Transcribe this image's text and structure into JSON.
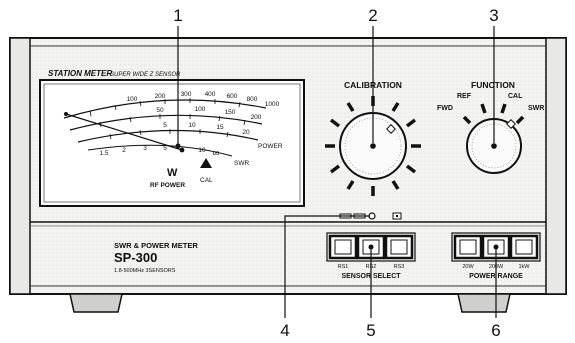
{
  "callouts": [
    "1",
    "2",
    "3",
    "4",
    "5",
    "6"
  ],
  "meter": {
    "brand": "STATION METER",
    "brand_sub": "SUPER WIDE Z SENSOR",
    "scale_power_high": [
      "100",
      "200",
      "300",
      "400",
      "600",
      "800",
      "1000"
    ],
    "scale_power_mid": [
      "50",
      "100",
      "150",
      "200"
    ],
    "scale_power_low": [
      "5",
      "10",
      "15",
      "20"
    ],
    "scale_swr": [
      "1.5",
      "2",
      "3",
      "5",
      "10",
      "∞"
    ],
    "unit": "W",
    "rf_power": "RF POWER",
    "power": "POWER",
    "swr": "SWR",
    "cal": "CAL"
  },
  "calibration": {
    "label": "CALIBRATION"
  },
  "function": {
    "label": "FUNCTION",
    "positions": [
      "FWD",
      "REF",
      "CAL",
      "SWR"
    ]
  },
  "model": {
    "title": "SWR & POWER METER",
    "name": "SP-300",
    "sub": "1.8-500MHz 3SENSORS"
  },
  "sensor_select": {
    "label": "SENSOR SELECT",
    "buttons": [
      "RS1",
      "RS2",
      "RS3"
    ]
  },
  "power_range": {
    "label": "POWER RANGE",
    "buttons": [
      "20W",
      "200W",
      "1kW"
    ]
  }
}
